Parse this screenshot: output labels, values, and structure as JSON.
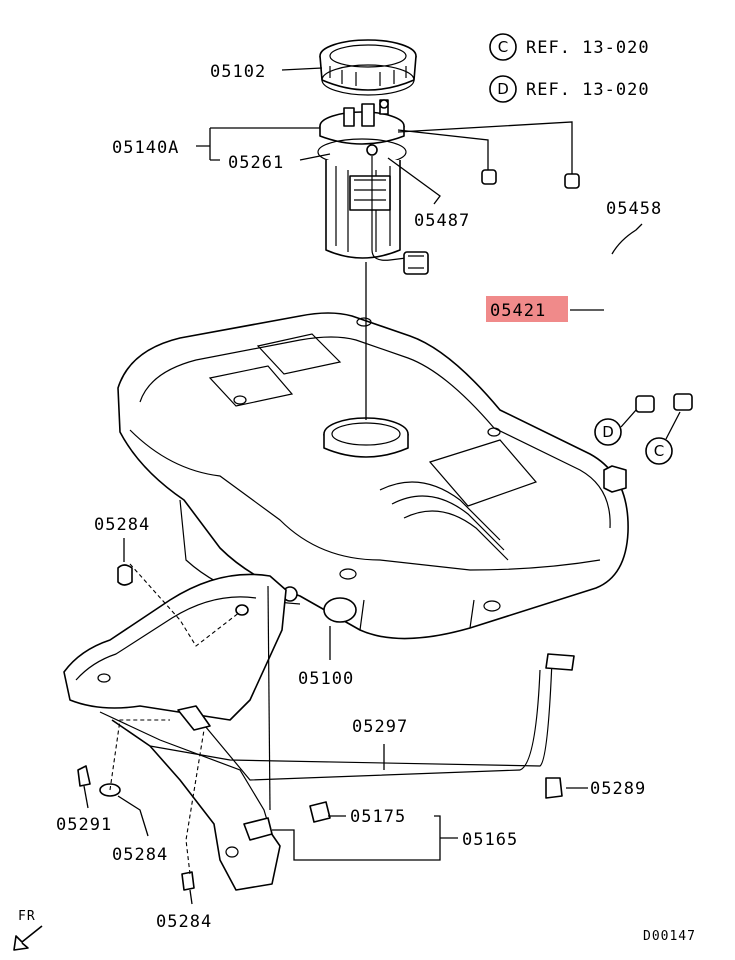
{
  "diagram": {
    "id_code": "D00147",
    "front_marker": "FR",
    "highlight_color": "#f08a8a",
    "references": [
      {
        "circle": "C",
        "text": "REF. 13-020"
      },
      {
        "circle": "D",
        "text": "REF. 13-020"
      }
    ],
    "connection_markers": {
      "c": "C",
      "d": "D"
    },
    "callouts": {
      "p05102": "05102",
      "p05140A": "05140A",
      "p05261": "05261",
      "p05487": "05487",
      "p05458": "05458",
      "p05421": "05421",
      "p05284_a": "05284",
      "p05100": "05100",
      "p05297": "05297",
      "p05289": "05289",
      "p05291": "05291",
      "p05284_b": "05284",
      "p05175": "05175",
      "p05165": "05165",
      "p05284_c": "05284"
    }
  }
}
